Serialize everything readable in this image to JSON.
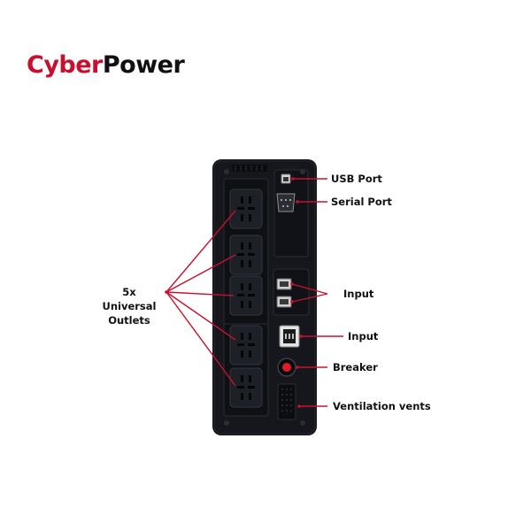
{
  "brand": {
    "part1": "Cyber",
    "part2": "Power"
  },
  "callouts": {
    "usb_port": "USB Port",
    "serial_port": "Serial Port",
    "input_rj": "Input",
    "input_power": "Input",
    "breaker": "Breaker",
    "ventilation": "Ventilation vents",
    "outlets_line1": "5x Universal",
    "outlets_line2": "Outlets"
  },
  "colors": {
    "brand_red": "#c8102e",
    "leader_red": "#c8102e",
    "ups_body": "#15171d"
  },
  "outlet_count": 5
}
